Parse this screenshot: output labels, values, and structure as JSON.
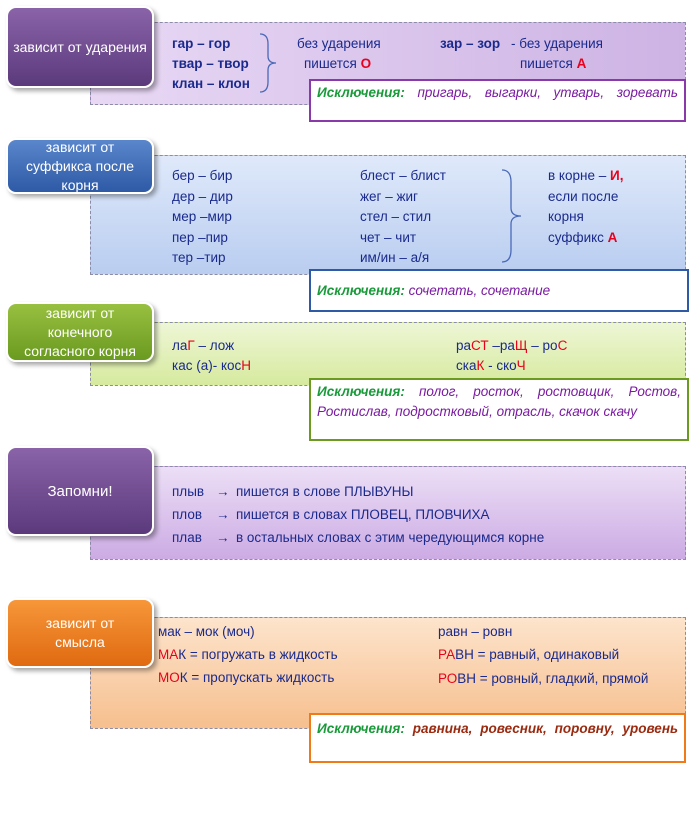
{
  "s1": {
    "tag": "зависит от ударения",
    "rows": [
      {
        "pair": "гар – гор",
        "tail": "без ударения"
      },
      {
        "pair": "твар – твор",
        "tail": "пишется ",
        "letter": "О"
      },
      {
        "pair": "клан – клон"
      }
    ],
    "pair2": "зар – зор",
    "tail2a": "- без ударения",
    "tail2b": "пишется ",
    "letter2": "А",
    "exc_head": "Исключения:",
    "exc_words": "пригарь, выгарки, утварь, зоревать"
  },
  "s2": {
    "tag": "зависит от суффикса после корня",
    "col1": [
      "бер – бир",
      "дер – дир",
      "мер –мир",
      "пер –пир",
      "тер –тир"
    ],
    "col2": [
      "блест – блист",
      "жег – жиг",
      "стел – стил",
      "чет – чит",
      "им/ин – а/я"
    ],
    "col3a": "в корне – ",
    "col3a_red": "И,",
    "col3b": "если после",
    "col3c": "корня",
    "col3d": "суффикс ",
    "col3d_red": "А",
    "exc_head": "Исключения:",
    "exc_words": "сочетать, сочетание"
  },
  "s3": {
    "tag": "зависит от конечного согласного корня",
    "left_a": "ла",
    "left_a_red": "Г",
    "left_b": " – лож",
    "left2": "кас (а)- кос",
    "left2_red": "Н",
    "right1_a": "ра",
    "right1_red1": "СТ",
    "right1_b": " –ра",
    "right1_red2": "Щ",
    "right1_c": " – ро",
    "right1_red3": "С",
    "right2_a": "ска",
    "right2_red1": "К",
    "right2_b": " - ско",
    "right2_red2": "Ч",
    "exc_head": "Исключения:",
    "exc_words": "полог, росток, ростовщик, Ростов, Ростислав, подростковый, отрасль, скачок скачу"
  },
  "s4": {
    "tag": "Запомни!",
    "rows": [
      {
        "a": "плыв",
        "b": "пишется в слове ПЛЫВУНЫ"
      },
      {
        "a": "плов",
        "b": "пишется в словах ПЛОВЕЦ, ПЛОВЧИХА"
      },
      {
        "a": "плав",
        "b": "в остальных словах с этим чередующимся корне"
      }
    ],
    "arrow": "→"
  },
  "s5": {
    "tag": "зависит от смысла",
    "l1": "мак – мок (моч)",
    "l2_red": "МА",
    "l2_b": "К = погружать в жидкость",
    "l3_red": "МО",
    "l3_b": "К = пропускать жидкость",
    "r1": "равн – ровн",
    "r2_red": "РА",
    "r2_b": "ВН = равный, одинаковый",
    "r3_red": "РО",
    "r3_b": "ВН = ровный, гладкий, прямой",
    "exc_head": "Исключения:",
    "exc_words": "равнина, ровесник, поровну, уровень"
  }
}
